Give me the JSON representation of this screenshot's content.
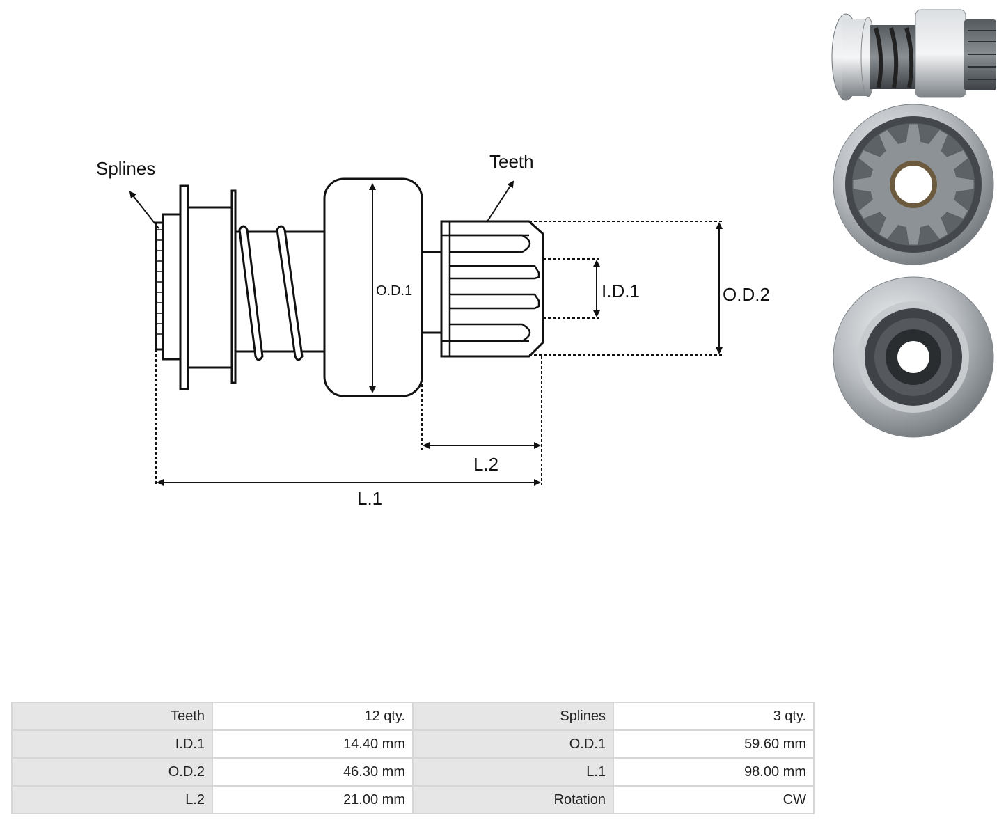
{
  "diagram_labels": {
    "splines": "Splines",
    "teeth": "Teeth",
    "od1": "O.D.1",
    "id1": "I.D.1",
    "od2": "O.D.2",
    "l2": "L.2",
    "l1": "L.1"
  },
  "photos": [
    {
      "icon": "starter-drive-side-photo-icon"
    },
    {
      "icon": "pinion-front-view-photo-icon"
    },
    {
      "icon": "clutch-rear-view-photo-icon"
    }
  ],
  "specs": {
    "rows": [
      {
        "label_a": "Teeth",
        "value_a": "12 qty.",
        "label_b": "Splines",
        "value_b": "3 qty."
      },
      {
        "label_a": "I.D.1",
        "value_a": "14.40 mm",
        "label_b": "O.D.1",
        "value_b": "59.60 mm"
      },
      {
        "label_a": "O.D.2",
        "value_a": "46.30 mm",
        "label_b": "L.1",
        "value_b": "98.00 mm"
      },
      {
        "label_a": "L.2",
        "value_a": "21.00 mm",
        "label_b": "Rotation",
        "value_b": "CW"
      }
    ]
  },
  "colors": {
    "table_label_bg": "#e6e6e6",
    "table_border": "#d6d6d6",
    "metal": "#b8bcc0"
  }
}
